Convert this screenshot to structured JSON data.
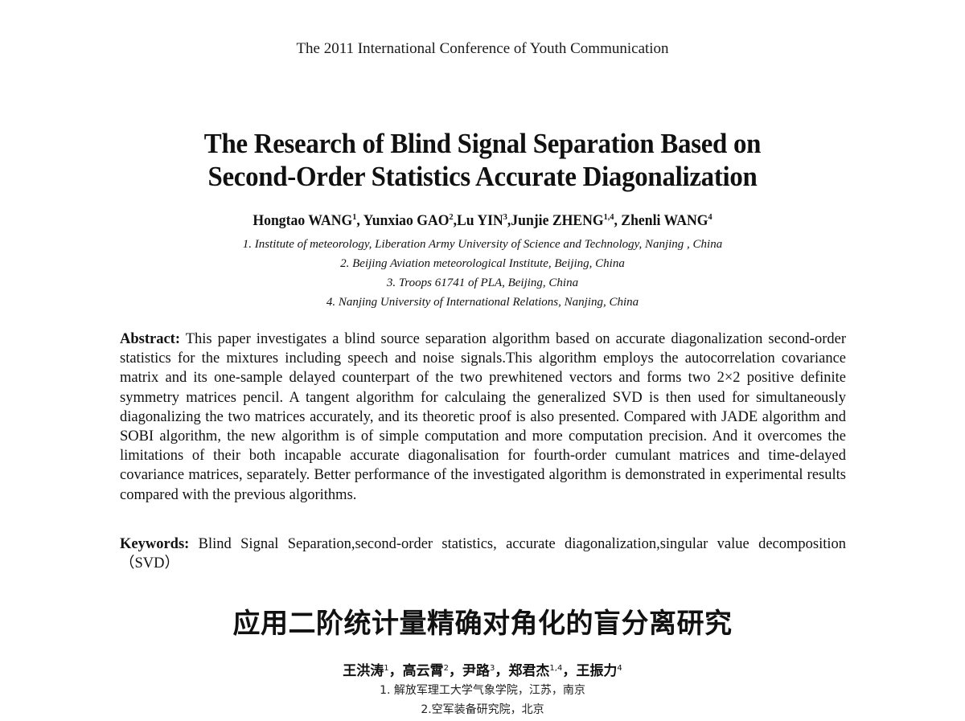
{
  "header": {
    "conference": "The 2011 International Conference of Youth Communication"
  },
  "title": {
    "line1": "The Research of Blind Signal Separation Based on",
    "line2": "Second-Order Statistics Accurate Diagonalization"
  },
  "authors": [
    {
      "name": "Hongtao WANG",
      "sup": "1",
      "sep": ", "
    },
    {
      "name": "Yunxiao GAO",
      "sup": "2",
      "sep": ","
    },
    {
      "name": "Lu YIN",
      "sup": "3",
      "sep": ","
    },
    {
      "name": "Junjie ZHENG",
      "sup": "1,4",
      "sep": ", "
    },
    {
      "name": "Zhenli WANG",
      "sup": "4",
      "sep": ""
    }
  ],
  "affiliations": [
    "1. Institute of meteorology, Liberation Army University of Science and Technology, Nanjing , China",
    "2. Beijing Aviation meteorological Institute, Beijing, China",
    "3. Troops 61741 of PLA, Beijing, China",
    "4. Nanjing University of International Relations, Nanjing, China"
  ],
  "abstract": {
    "label": "Abstract:",
    "text": "This paper investigates a blind source separation algorithm based on accurate diagonalization second-order statistics for the mixtures including speech and noise signals.This algorithm employs the autocorrelation covariance matrix and its one-sample delayed counterpart of the two prewhitened vectors and forms two 2×2 positive definite symmetry matrices pencil. A tangent algorithm for calculaing the generalized SVD is then used for simultaneously diagonalizing the two matrices accurately, and its theoretic proof is also presented. Compared with JADE algorithm and SOBI algorithm, the new algorithm is of simple computation and more computation precision. And it overcomes the limitations of their both incapable accurate diagonalisation for fourth-order cumulant matrices and time-delayed covariance matrices, separately. Better performance of the investigated algorithm is demonstrated in experimental results compared with the previous algorithms."
  },
  "keywords": {
    "label": "Keywords:",
    "text": "Blind Signal Separation,second-order statistics, accurate diagonalization,singular value decomposition（SVD）"
  },
  "chinese": {
    "title": "应用二阶统计量精确对角化的盲分离研究",
    "authors": [
      {
        "name": "王洪涛",
        "sup": "1",
        "sep": "，"
      },
      {
        "name": "高云霄",
        "sup": "2",
        "sep": "，"
      },
      {
        "name": "尹路",
        "sup": "3",
        "sep": "，"
      },
      {
        "name": "郑君杰",
        "sup": "1,4",
        "sep": "，"
      },
      {
        "name": "王振力",
        "sup": "4",
        "sep": ""
      }
    ],
    "affiliations": [
      "1. 解放军理工大学气象学院，江苏，南京",
      "2.空军装备研究院，北京"
    ]
  }
}
